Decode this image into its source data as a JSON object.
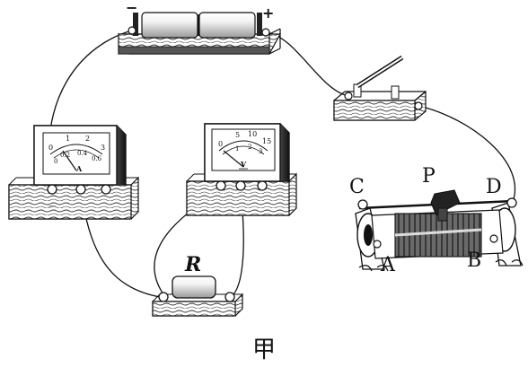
{
  "battery": {
    "neg_label": "−",
    "pos_label": "+"
  },
  "ammeter": {
    "unit": "A",
    "ticks_top": [
      "0",
      "1",
      "2",
      "3"
    ],
    "ticks_bottom": [
      "0",
      "0.2",
      "0.4",
      "0.6"
    ],
    "terminals_shown": "—"
  },
  "voltmeter": {
    "unit": "V",
    "ticks_top": [
      "0",
      "5",
      "10",
      "15"
    ],
    "ticks_bottom": [
      "1",
      "2",
      "3"
    ]
  },
  "resistor": {
    "label": "R"
  },
  "rheostat": {
    "labels": {
      "c": "C",
      "p": "P",
      "d": "D",
      "a": "A",
      "b": "B"
    }
  },
  "caption": "甲",
  "colors": {
    "line": "#111111",
    "wood": "#6b6b6b",
    "paper": "#ffffff"
  }
}
